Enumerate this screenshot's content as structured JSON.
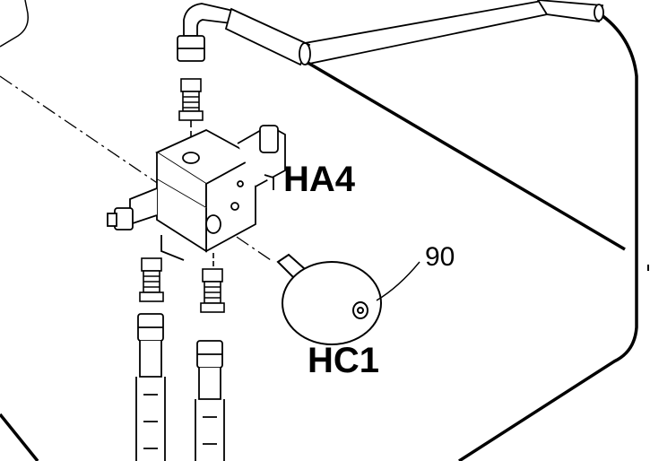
{
  "labels": {
    "valve_block": "HA4",
    "accumulator": "HC1",
    "part_number": "90"
  },
  "colors": {
    "line": "#000000",
    "background": "#ffffff"
  }
}
